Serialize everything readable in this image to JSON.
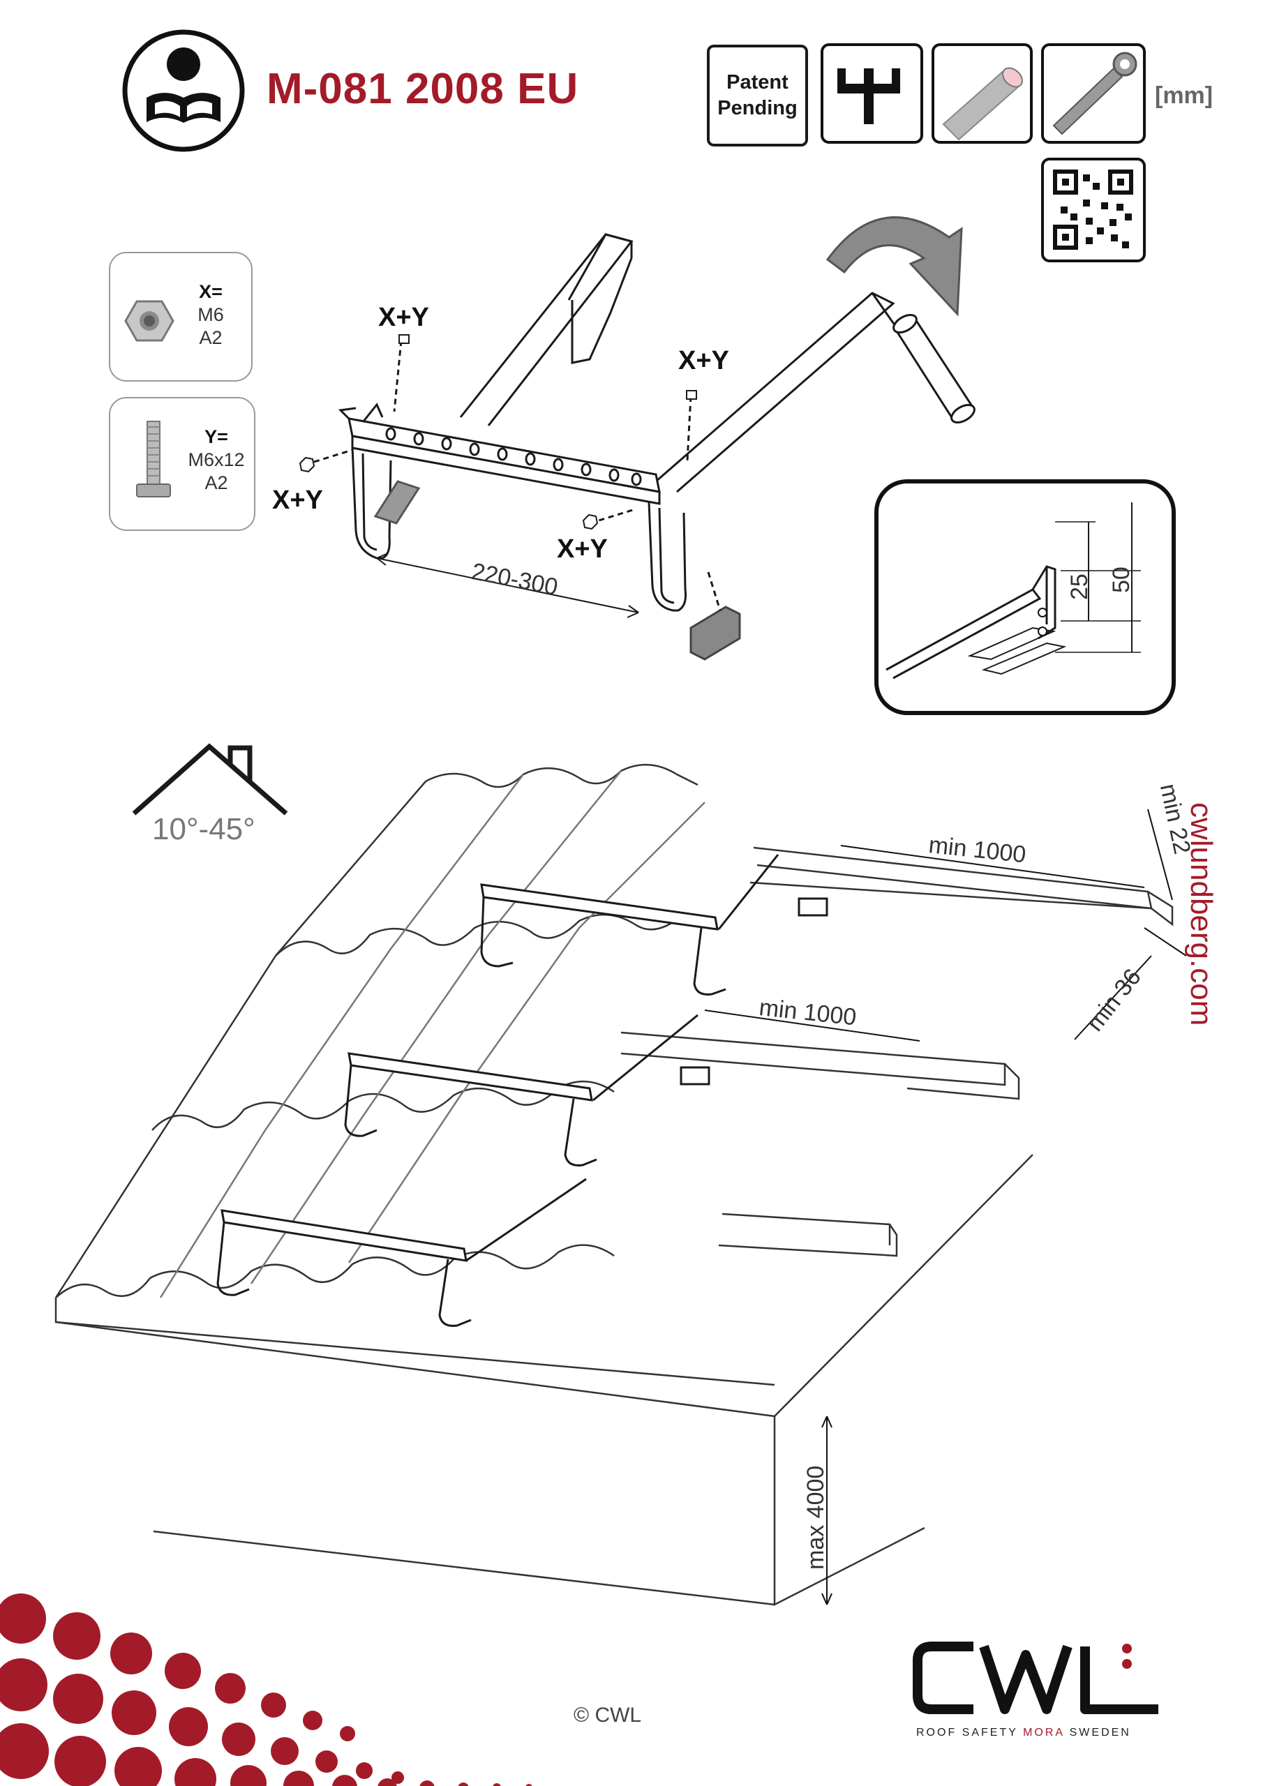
{
  "header": {
    "document_code": "M-081 2008 EU",
    "patent_label": "Patent Pending",
    "unit_label": "[mm]"
  },
  "icons": [
    "read-manual-icon",
    "t-profile-icon",
    "pipe-icon",
    "wrench-icon",
    "qr-code-icon"
  ],
  "hardware": {
    "x": {
      "key": "X=",
      "line1": "M6",
      "line2": "A2"
    },
    "y": {
      "key": "Y=",
      "line1": "M6x12",
      "line2": "A2"
    }
  },
  "assembly": {
    "fastener_label": "X+Y",
    "spacing_range": "220-300"
  },
  "detail": {
    "dim_inner": "25",
    "dim_outer": "50"
  },
  "roof": {
    "pitch_range": "10°-45°",
    "upper_spacing": "min 1000",
    "lower_spacing": "min 1000",
    "beam_height": "min 22",
    "beam_width": "min 36",
    "max_height": "max 4000"
  },
  "footer": {
    "website": "cwlundberg.com",
    "copyright": "© CWL",
    "logo_text": "CWL",
    "tagline_pre": "ROOF SAFETY ",
    "tagline_mora": "MORA",
    "tagline_post": " SWEDEN"
  },
  "colors": {
    "brand_red": "#a31b28",
    "ink": "#1a1a1a",
    "gray": "#777777"
  }
}
